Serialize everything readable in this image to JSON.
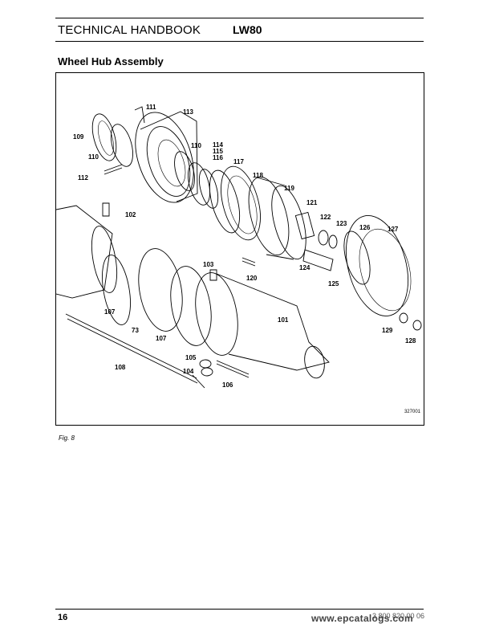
{
  "header": {
    "title": "TECHNICAL HANDBOOK",
    "model": "LW80"
  },
  "section": {
    "title": "Wheel Hub Assembly"
  },
  "figure": {
    "caption": "Fig. 8",
    "drawing_number": "327001",
    "callouts": [
      {
        "id": "c111",
        "label": "111"
      },
      {
        "id": "c113",
        "label": "113"
      },
      {
        "id": "c109",
        "label": "109"
      },
      {
        "id": "c110a",
        "label": "110"
      },
      {
        "id": "c110b",
        "label": "110"
      },
      {
        "id": "c112",
        "label": "112"
      },
      {
        "id": "c114",
        "label": "114"
      },
      {
        "id": "c115",
        "label": "115"
      },
      {
        "id": "c116",
        "label": "116"
      },
      {
        "id": "c117",
        "label": "117"
      },
      {
        "id": "c118",
        "label": "118"
      },
      {
        "id": "c119",
        "label": "119"
      },
      {
        "id": "c102",
        "label": "102"
      },
      {
        "id": "c121",
        "label": "121"
      },
      {
        "id": "c122",
        "label": "122"
      },
      {
        "id": "c123",
        "label": "123"
      },
      {
        "id": "c126",
        "label": "126"
      },
      {
        "id": "c127",
        "label": "127"
      },
      {
        "id": "c103",
        "label": "103"
      },
      {
        "id": "c120",
        "label": "120"
      },
      {
        "id": "c124",
        "label": "124"
      },
      {
        "id": "c125",
        "label": "125"
      },
      {
        "id": "c107a",
        "label": "107"
      },
      {
        "id": "c101",
        "label": "101"
      },
      {
        "id": "c129",
        "label": "129"
      },
      {
        "id": "c128",
        "label": "128"
      },
      {
        "id": "c73",
        "label": "73"
      },
      {
        "id": "c107b",
        "label": "107"
      },
      {
        "id": "c105",
        "label": "105"
      },
      {
        "id": "c108",
        "label": "108"
      },
      {
        "id": "c104",
        "label": "104"
      },
      {
        "id": "c106",
        "label": "106"
      }
    ]
  },
  "footer": {
    "page": "16",
    "doc_ref": "3 800 820 00 06",
    "watermark": "www.epcatalogs.com"
  }
}
